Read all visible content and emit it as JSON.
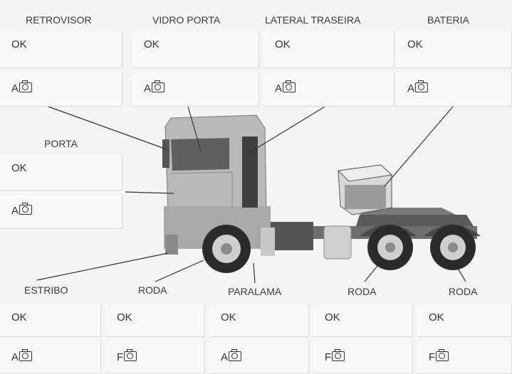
{
  "top_labels": [
    "RETROVISOR",
    "VIDRO PORTA",
    "LATERAL TRASEIRA",
    "BATERIA"
  ],
  "top_status": [
    "OK",
    "OK",
    "OK",
    "OK"
  ],
  "top_photo": [
    "A",
    "A",
    "A",
    "A"
  ],
  "porta": {
    "label": "PORTA",
    "status": "OK",
    "photo": "A"
  },
  "bottom_labels": [
    "ESTRIBO",
    "RODA",
    "PARALAMA",
    "RODA",
    "RODA"
  ],
  "bottom_status": [
    "OK",
    "OK",
    "OK",
    "OK",
    "OK"
  ],
  "bottom_photo": [
    "A",
    "F",
    "A",
    "F",
    "F"
  ],
  "icons": {
    "photo": "camera-icon"
  }
}
